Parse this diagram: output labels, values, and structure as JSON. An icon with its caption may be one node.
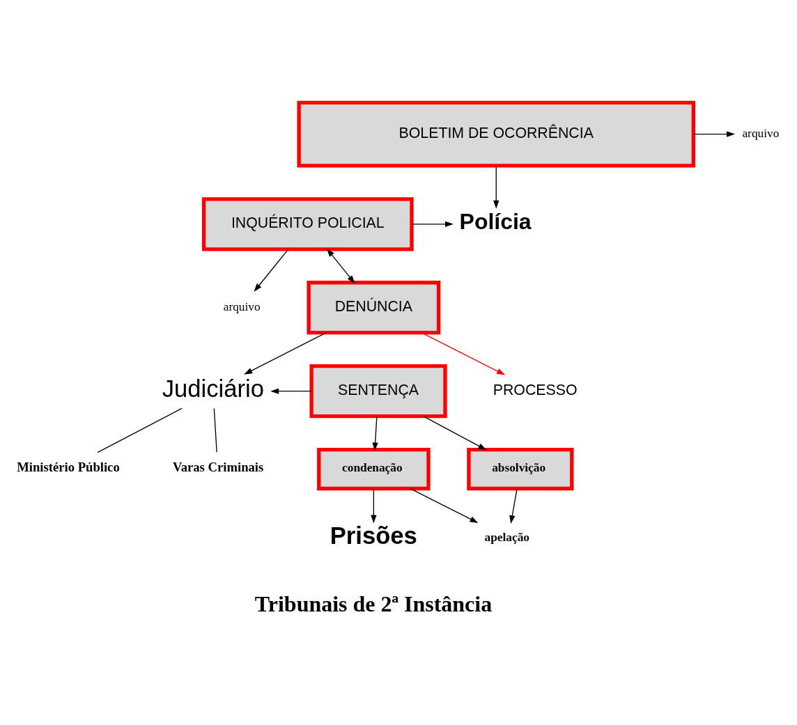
{
  "diagram": {
    "nodes": [
      {
        "text": [
          "BOLETIM DE OCORRÊNCIA"
        ]
      },
      {
        "text": [
          "arquivo"
        ]
      },
      {
        "text": [
          "Polícia"
        ]
      },
      {
        "text": [
          "INQUÉRITO POLICIAL"
        ]
      },
      {
        "text": [
          "arquivo"
        ]
      },
      {
        "text": [
          "DENÚNCIA"
        ]
      },
      {
        "text": [
          "PROCESSO"
        ]
      },
      {
        "text": [
          "SENTENÇA"
        ]
      },
      {
        "text": [
          "Judiciário"
        ]
      },
      {
        "text": [
          "Ministério Público"
        ]
      },
      {
        "text": [
          "Varas Criminais"
        ]
      },
      {
        "text": [
          "condenação"
        ]
      },
      {
        "text": [
          "absolvição"
        ]
      },
      {
        "text": [
          "Prisões"
        ]
      },
      {
        "text": [
          "apelação"
        ]
      }
    ],
    "edges": [
      {
        "from": 0,
        "to": 1,
        "arrow": "to"
      },
      {
        "from": 0,
        "to": 2,
        "arrow": "to"
      },
      {
        "from": 3,
        "to": 2,
        "arrow": "to"
      },
      {
        "from": 3,
        "to": 5,
        "arrow": "both"
      },
      {
        "from": 3,
        "to": 4,
        "arrow": "to"
      },
      {
        "from": 5,
        "to": 6,
        "arrow": "to",
        "color": "#ff0000"
      },
      {
        "from": 5,
        "to": 8,
        "arrow": "to"
      },
      {
        "from": 7,
        "to": 8,
        "arrow": "to"
      },
      {
        "from": 8,
        "to": 9,
        "arrow": "none"
      },
      {
        "from": 8,
        "to": 10,
        "arrow": "none"
      },
      {
        "from": 7,
        "to": 11,
        "arrow": "to"
      },
      {
        "from": 7,
        "to": 12,
        "arrow": "to"
      },
      {
        "from": 11,
        "to": 13,
        "arrow": "to"
      },
      {
        "from": 11,
        "to": 14,
        "arrow": "to"
      },
      {
        "from": 12,
        "to": 14,
        "arrow": "to"
      }
    ],
    "labels": [
      "Tribunais de 2ª Instância"
    ]
  }
}
